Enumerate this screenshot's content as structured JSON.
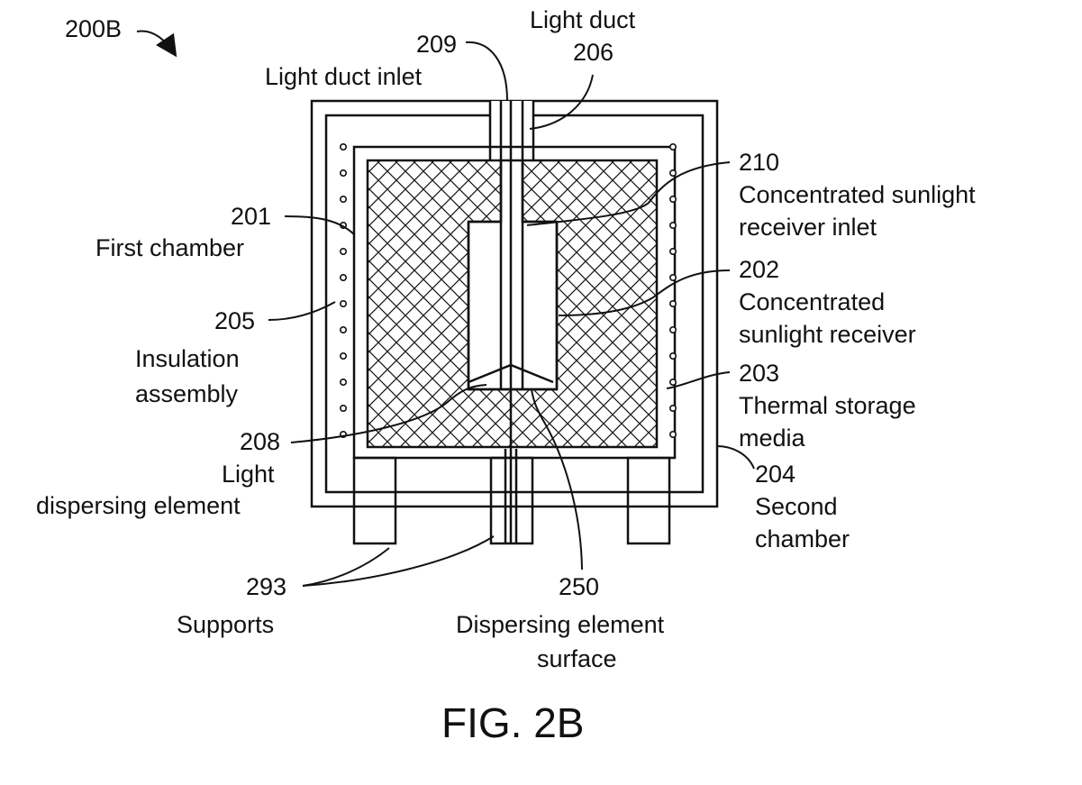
{
  "figure_id": "200B",
  "caption": "FIG. 2B",
  "labels": {
    "light_duct_number": "209",
    "light_duct_inlet": "Light duct inlet",
    "light_duct_title": "Light duct",
    "light_duct_title_number": "206",
    "receiver_inlet_number": "210",
    "receiver_inlet_line1": "Concentrated sunlight",
    "receiver_inlet_line2": "receiver inlet",
    "first_chamber_number": "201",
    "first_chamber": "First chamber",
    "receiver_number": "202",
    "receiver_line1": "Concentrated",
    "receiver_line2": "sunlight receiver",
    "insulation_number": "205",
    "insulation_line1": "Insulation",
    "insulation_line2": "assembly",
    "storage_number": "203",
    "storage_line1": "Thermal storage",
    "storage_line2": "media",
    "dispersing_number": "208",
    "dispersing_line1": "Light",
    "dispersing_line2": "dispersing element",
    "second_chamber_number": "204",
    "second_chamber_line1": "Second",
    "second_chamber_line2": "chamber",
    "supports_number": "293",
    "supports": "Supports",
    "surface_number": "250",
    "surface_line1": "Dispersing element",
    "surface_line2": "surface"
  },
  "colors": {
    "line": "#111111",
    "background": "#ffffff",
    "hatch": "#111111"
  }
}
